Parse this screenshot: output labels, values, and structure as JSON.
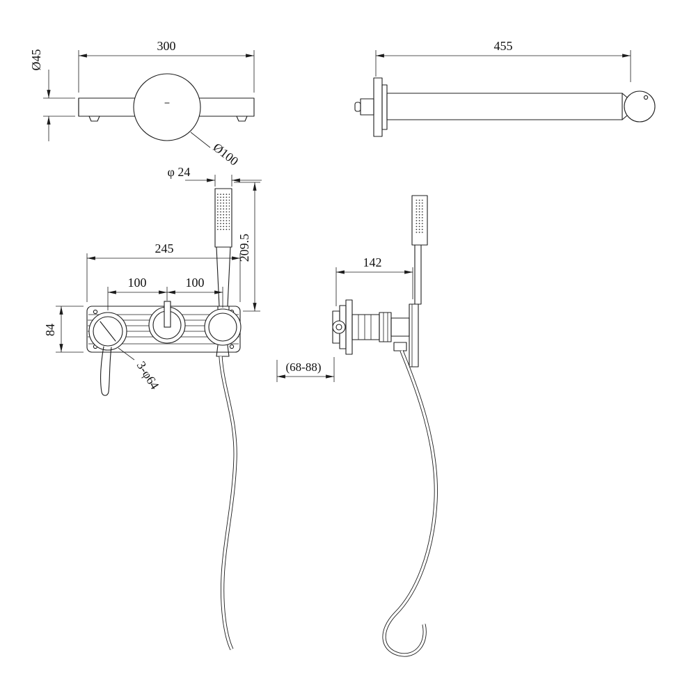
{
  "colors": {
    "line": "#1c1c1c",
    "background": "#ffffff"
  },
  "spout_front": {
    "length": "300",
    "bar_diameter": "Ø45",
    "plate_diameter": "Ø100"
  },
  "spout_side": {
    "length": "455"
  },
  "handshower": {
    "width": "φ 24",
    "height": "209.5"
  },
  "mixer_front": {
    "plate_width": "245",
    "hole_spacing_left": "100",
    "hole_spacing_right": "100",
    "plate_height": "84",
    "holes_note": "3-φ64"
  },
  "mixer_side": {
    "depth": "142",
    "wall_range": "(68-88)"
  }
}
